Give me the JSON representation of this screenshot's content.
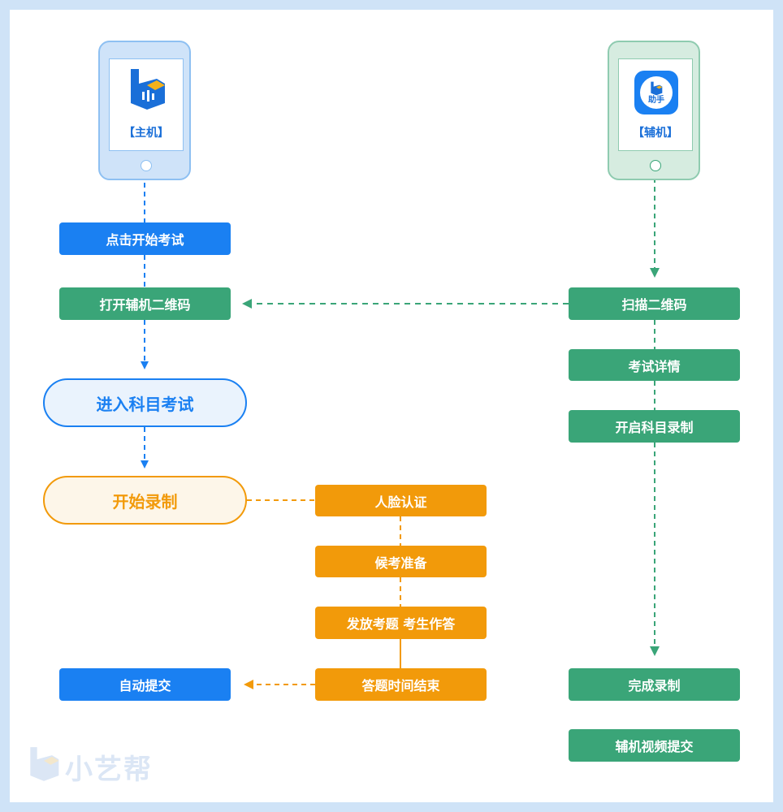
{
  "primary_device": {
    "label": "【主机】"
  },
  "secondary_device": {
    "label": "【辅机】",
    "app_icon_text": "助手"
  },
  "left_flow": {
    "start_exam": "点击开始考试",
    "open_qr": "打开辅机二维码",
    "enter_exam": "进入科目考试",
    "start_recording": "开始录制",
    "auto_submit": "自动提交"
  },
  "middle_flow": {
    "face_verify": "人脸认证",
    "wait_exam": "候考准备",
    "issue_questions": "发放考题 考生作答",
    "time_end": "答题时间结束"
  },
  "right_flow": {
    "scan_qr": "扫描二维码",
    "exam_detail": "考试详情",
    "start_subject_recording": "开启科目录制",
    "finish_recording": "完成录制",
    "submit_video": "辅机视频提交"
  },
  "watermark": {
    "text": "小艺帮"
  },
  "colors": {
    "blue": "#1a80f2",
    "green": "#3aa578",
    "orange": "#f29a0a",
    "border": "#cfe3f7"
  }
}
